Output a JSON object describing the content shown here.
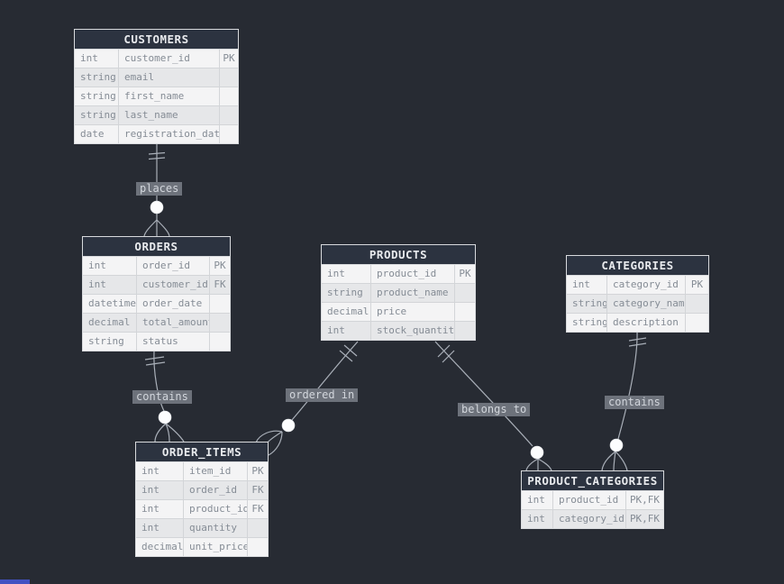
{
  "palette": {
    "background": "#272b33",
    "table_header_bg": "#2c3340",
    "table_header_text": "#e8eaed",
    "row_light": "#f4f4f5",
    "row_dark": "#e6e7e9",
    "row_text": "#858c95",
    "connector_line": "#a9afb8",
    "connector_node": "#fcfdfe",
    "label_bg": "#6d727b",
    "label_text": "#d2d6dc",
    "accent_bar": "#4252c2"
  },
  "tables": [
    {
      "id": "customers",
      "title": "CUSTOMERS",
      "rows": [
        {
          "type": "int",
          "name": "customer_id",
          "key": "PK"
        },
        {
          "type": "string",
          "name": "email",
          "key": ""
        },
        {
          "type": "string",
          "name": "first_name",
          "key": ""
        },
        {
          "type": "string",
          "name": "last_name",
          "key": ""
        },
        {
          "type": "date",
          "name": "registration_date",
          "key": ""
        }
      ]
    },
    {
      "id": "orders",
      "title": "ORDERS",
      "rows": [
        {
          "type": "int",
          "name": "order_id",
          "key": "PK"
        },
        {
          "type": "int",
          "name": "customer_id",
          "key": "FK"
        },
        {
          "type": "datetime",
          "name": "order_date",
          "key": ""
        },
        {
          "type": "decimal",
          "name": "total_amount",
          "key": ""
        },
        {
          "type": "string",
          "name": "status",
          "key": ""
        }
      ]
    },
    {
      "id": "products",
      "title": "PRODUCTS",
      "rows": [
        {
          "type": "int",
          "name": "product_id",
          "key": "PK"
        },
        {
          "type": "string",
          "name": "product_name",
          "key": ""
        },
        {
          "type": "decimal",
          "name": "price",
          "key": ""
        },
        {
          "type": "int",
          "name": "stock_quantity",
          "key": ""
        }
      ]
    },
    {
      "id": "categories",
      "title": "CATEGORIES",
      "rows": [
        {
          "type": "int",
          "name": "category_id",
          "key": "PK"
        },
        {
          "type": "string",
          "name": "category_name",
          "key": ""
        },
        {
          "type": "string",
          "name": "description",
          "key": ""
        }
      ]
    },
    {
      "id": "order_items",
      "title": "ORDER_ITEMS",
      "rows": [
        {
          "type": "int",
          "name": "item_id",
          "key": "PK"
        },
        {
          "type": "int",
          "name": "order_id",
          "key": "FK"
        },
        {
          "type": "int",
          "name": "product_id",
          "key": "FK"
        },
        {
          "type": "int",
          "name": "quantity",
          "key": ""
        },
        {
          "type": "decimal",
          "name": "unit_price",
          "key": ""
        }
      ]
    },
    {
      "id": "product_categories",
      "title": "PRODUCT_CATEGORIES",
      "rows": [
        {
          "type": "int",
          "name": "product_id",
          "key": "PK,FK"
        },
        {
          "type": "int",
          "name": "category_id",
          "key": "PK,FK"
        }
      ]
    }
  ],
  "relationships": [
    {
      "id": "places",
      "label": "places",
      "from": "CUSTOMERS",
      "to": "ORDERS",
      "cardinality": "one-to-many"
    },
    {
      "id": "contains-orders",
      "label": "contains",
      "from": "ORDERS",
      "to": "ORDER_ITEMS",
      "cardinality": "one-to-many"
    },
    {
      "id": "ordered-in",
      "label": "ordered in",
      "from": "PRODUCTS",
      "to": "ORDER_ITEMS",
      "cardinality": "one-to-many"
    },
    {
      "id": "belongs-to",
      "label": "belongs to",
      "from": "PRODUCTS",
      "to": "PRODUCT_CATEGORIES",
      "cardinality": "one-to-many"
    },
    {
      "id": "contains-categories",
      "label": "contains",
      "from": "CATEGORIES",
      "to": "PRODUCT_CATEGORIES",
      "cardinality": "one-to-many"
    }
  ]
}
